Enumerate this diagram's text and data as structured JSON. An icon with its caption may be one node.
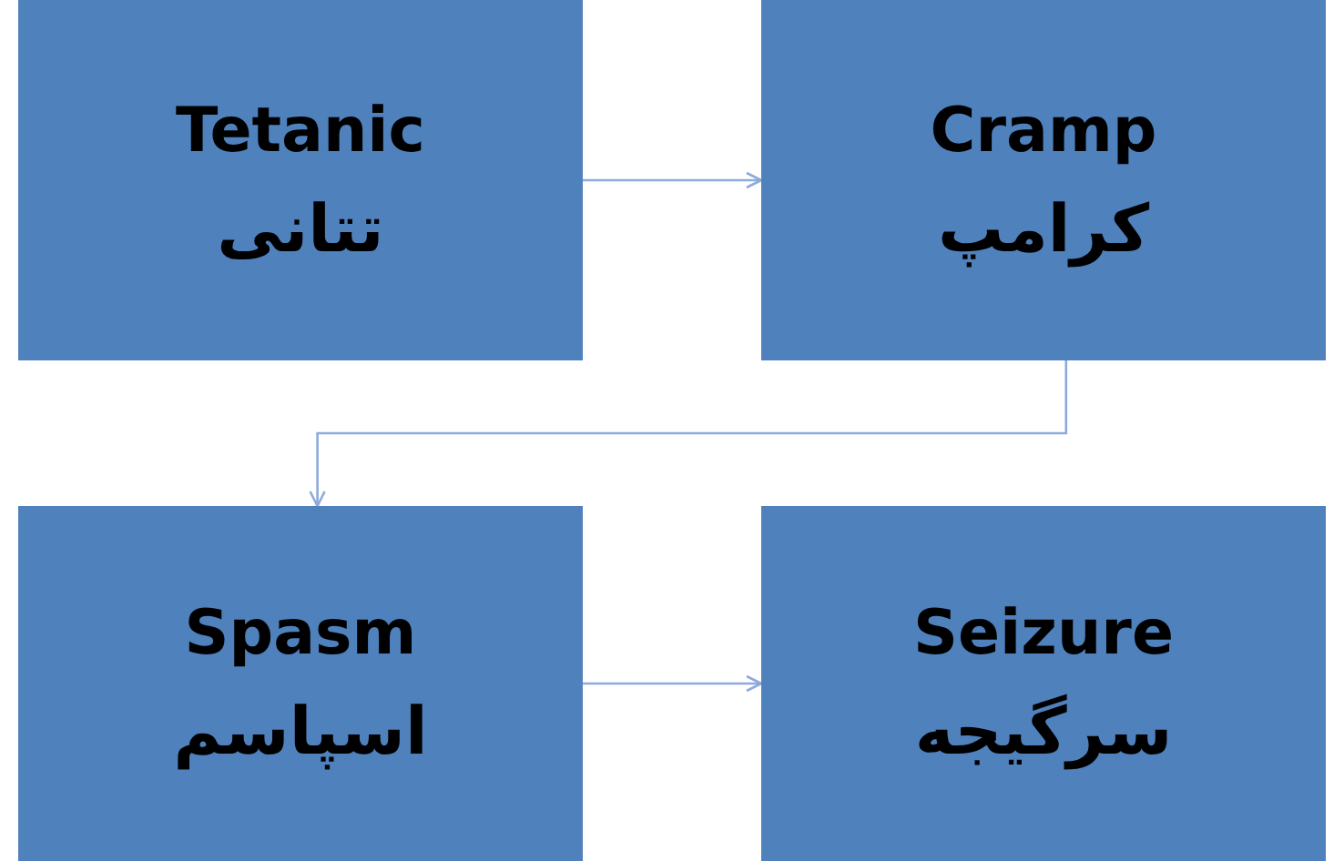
{
  "diagram": {
    "nodes": [
      {
        "text": [
          "Tetanic",
          "تتانی"
        ]
      },
      {
        "text": [
          "Cramp",
          "کرامپ"
        ]
      },
      {
        "text": [
          "Spasm",
          "اسپاسم"
        ]
      },
      {
        "text": [
          "Seizure",
          "سرگیجه"
        ]
      }
    ],
    "edges": [
      {
        "from": 0,
        "to": 1,
        "arrow": "to"
      },
      {
        "from": 1,
        "to": 2,
        "arrow": "to"
      },
      {
        "from": 2,
        "to": 3,
        "arrow": "to"
      }
    ]
  }
}
